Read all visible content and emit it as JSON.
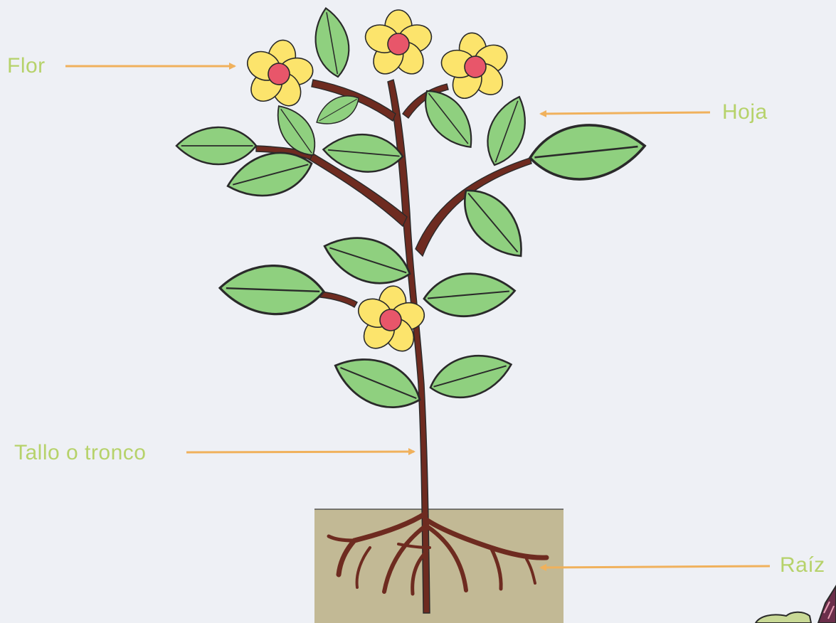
{
  "labels": {
    "flower": "Flor",
    "leaf": "Hoja",
    "stem": "Tallo o tronco",
    "root": "Raíz"
  },
  "colors": {
    "background": "#eef0f5",
    "label_text": "#b6d26a",
    "arrow": "#f0b15c",
    "stem": "#6e2b20",
    "leaf": "#8fd07f",
    "petal": "#fce46c",
    "flower_center": "#e8566a",
    "soil": "#c2b995",
    "outline": "#2a2a2a"
  }
}
